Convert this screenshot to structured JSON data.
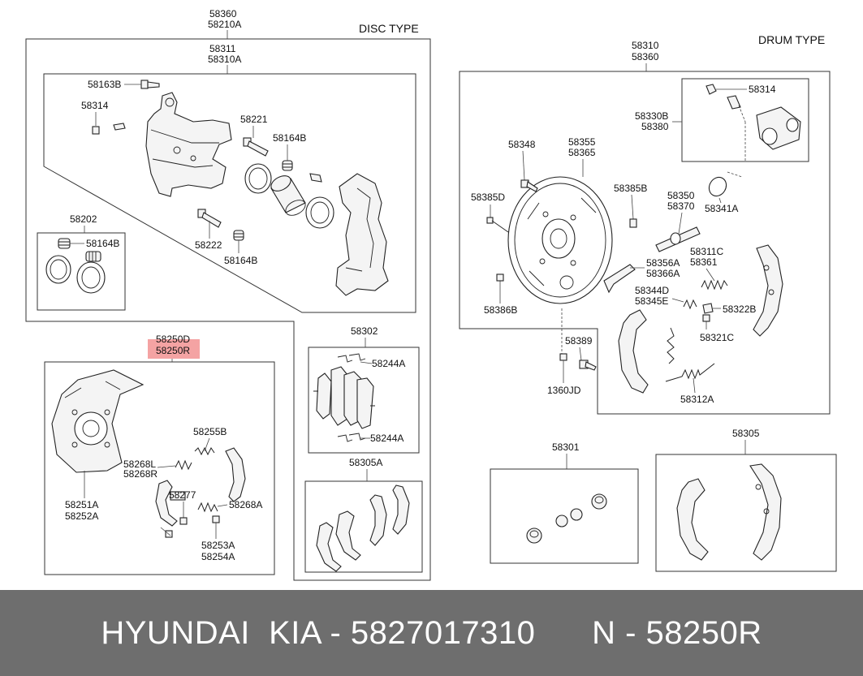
{
  "sections": {
    "disc": "DISC TYPE",
    "drum": "DRUM TYPE"
  },
  "labels": {
    "p58360_disc": "58360",
    "p58210A": "58210A",
    "p58311": "58311",
    "p58310A": "58310A",
    "p58163B": "58163B",
    "p58314_disc": "58314",
    "p58221": "58221",
    "p58164B_a": "58164B",
    "p58202": "58202",
    "p58164B_b": "58164B",
    "p58222": "58222",
    "p58164B_c": "58164B",
    "p58250D": "58250D",
    "p58250R": "58250R",
    "p58302": "58302",
    "p58244A_a": "58244A",
    "p58244A_b": "58244A",
    "p58255B": "58255B",
    "p58268L": "58268L",
    "p58268R": "58268R",
    "p58251A": "58251A",
    "p58252A": "58252A",
    "p58277": "58277",
    "p58268A": "58268A",
    "p58253A": "58253A",
    "p58254A": "58254A",
    "p58305A": "58305A",
    "p58310": "58310",
    "p58360_drum": "58360",
    "p58314_drum": "58314",
    "p58330B": "58330B",
    "p58380": "58380",
    "p58348": "58348",
    "p58355": "58355",
    "p58365": "58365",
    "p58385D": "58385D",
    "p58385B": "58385B",
    "p58350": "58350",
    "p58370": "58370",
    "p58341A": "58341A",
    "p58356A": "58356A",
    "p58366A": "58366A",
    "p58311C": "58311C",
    "p58361": "58361",
    "p58386B": "58386B",
    "p58344D": "58344D",
    "p58345E": "58345E",
    "p58322B": "58322B",
    "p58389": "58389",
    "p58321C": "58321C",
    "p1360JD": "1360JD",
    "p58312A": "58312A",
    "p58301": "58301",
    "p58305": "58305"
  },
  "footer": {
    "brand": "HYUNDAI  KIA - 5827017310",
    "code": "N - 58250R"
  },
  "colors": {
    "highlight": "#f4a3a3",
    "footer_bg": "#6e6e6e",
    "footer_text": "#ffffff"
  }
}
